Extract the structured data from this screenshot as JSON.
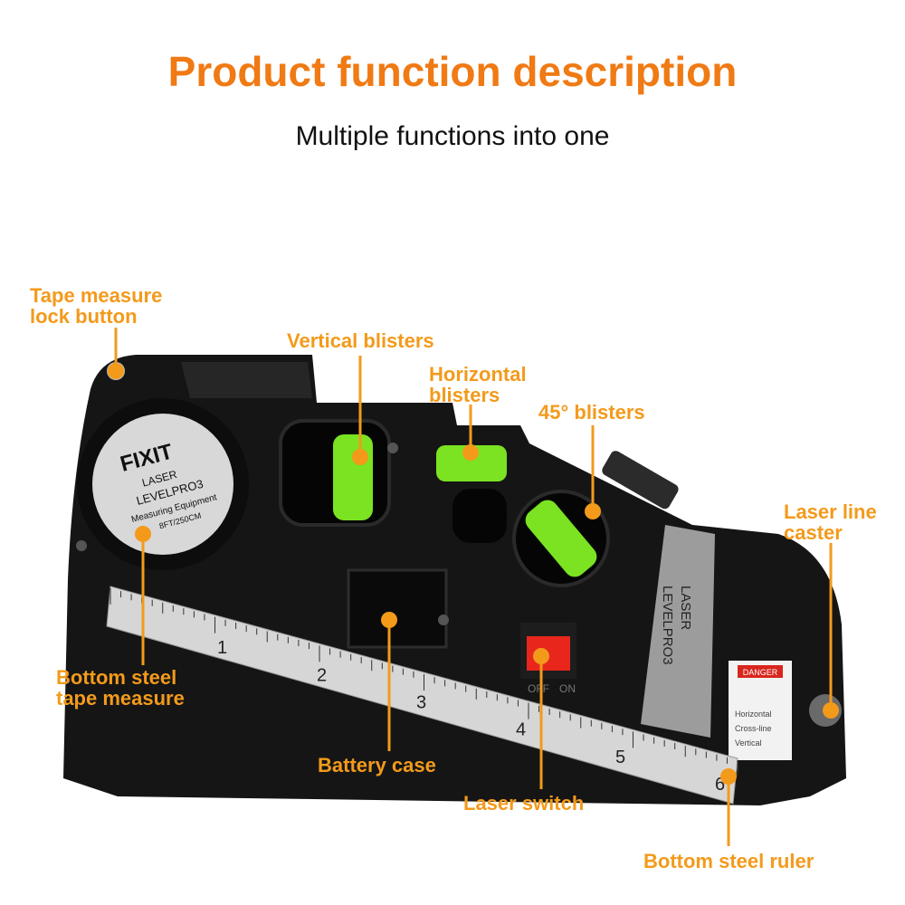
{
  "header": {
    "title": "Product function description",
    "subtitle": "Multiple functions into one"
  },
  "callouts": {
    "tape_lock": "Tape measure\nlock button",
    "vertical_blisters": "Vertical blisters",
    "horizontal_blisters": "Horizontal\nblisters",
    "blisters_45": "45° blisters",
    "laser_caster": "Laser line\ncaster",
    "bottom_tape": "Bottom steel\ntape measure",
    "battery_case": "Battery case",
    "laser_switch": "Laser switch",
    "bottom_ruler": "Bottom steel ruler"
  },
  "device": {
    "brand": "FIXIT",
    "line1": "LASER",
    "line2": "LEVELPRO3",
    "line3": "Measuring Equipment",
    "line4": "8FT/250CM",
    "side_label_1": "LASER",
    "side_label_2": "LEVELPRO3",
    "switch_off": "OFF",
    "switch_on": "ON",
    "danger": "DANGER",
    "warn_h": "Horizontal",
    "warn_c": "Cross-line",
    "warn_v": "Vertical",
    "ruler_numbers": [
      "1",
      "2",
      "3",
      "4",
      "5",
      "6"
    ]
  },
  "colors": {
    "accent": "#f07a14",
    "callout": "#f39a1b",
    "body": "#151515",
    "liquid": "#7be321",
    "switch": "#e8261c"
  }
}
